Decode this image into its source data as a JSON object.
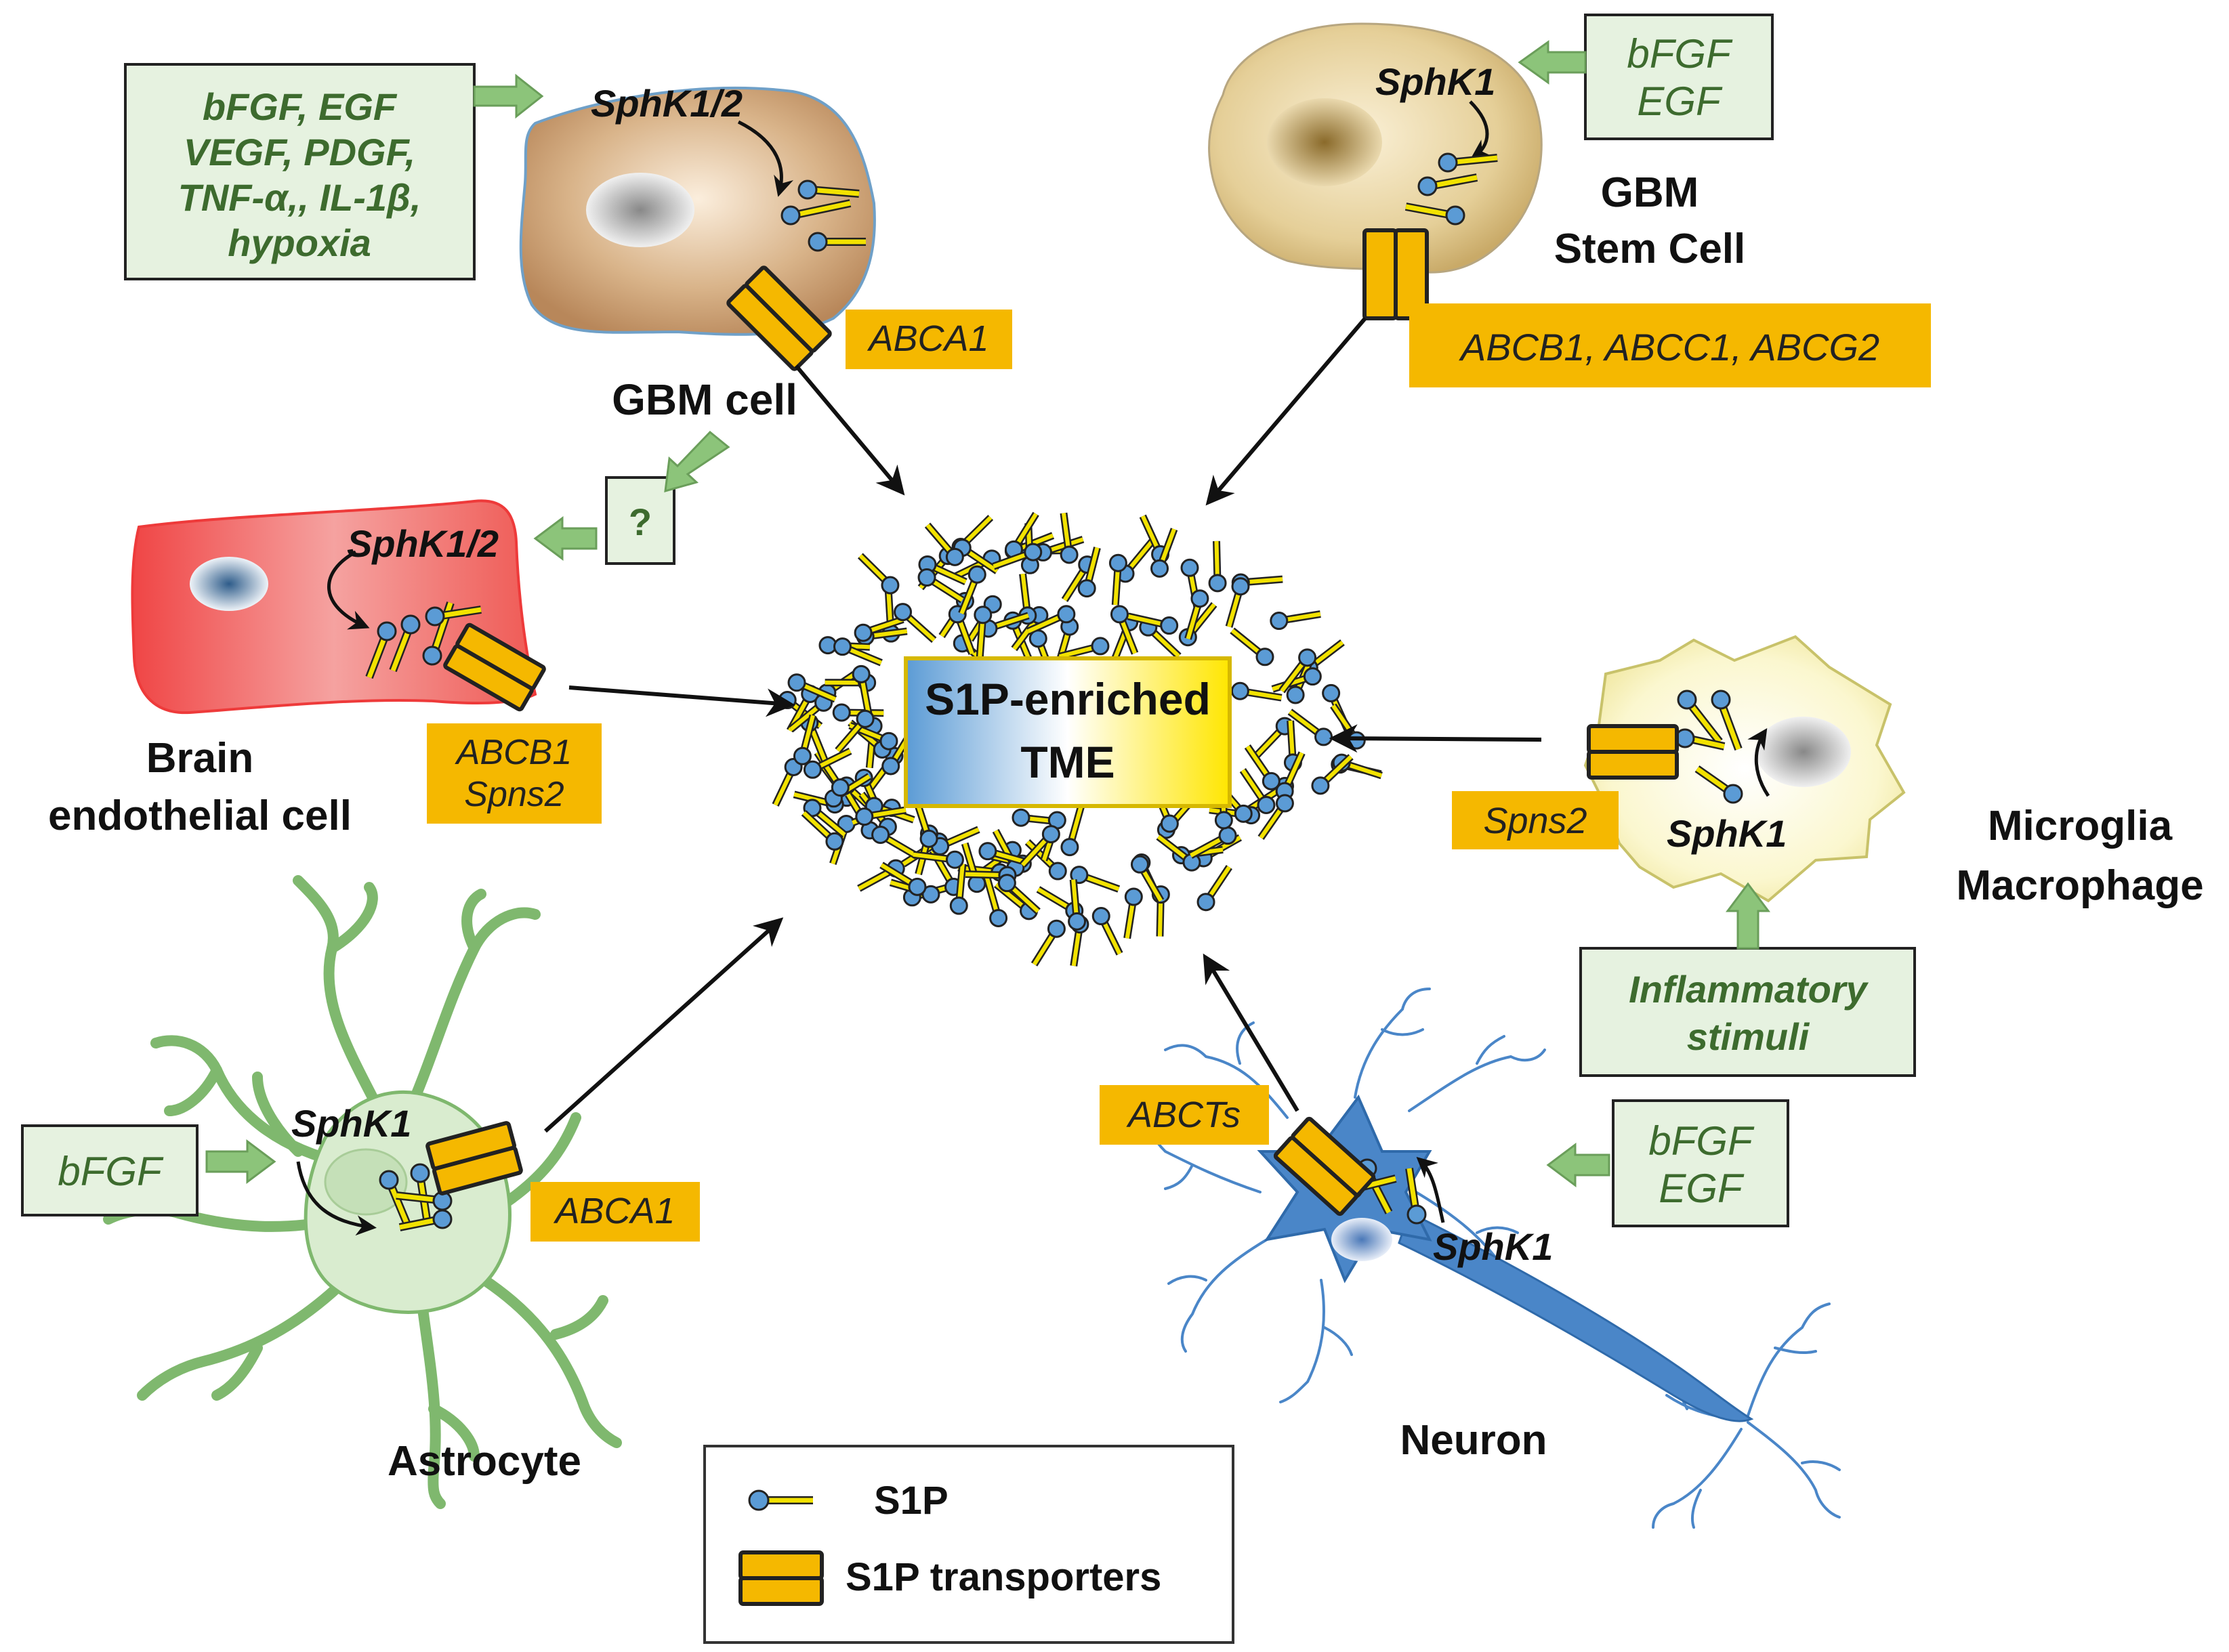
{
  "center": {
    "line1": "S1P-enriched",
    "line2": "TME"
  },
  "gbm_cell": {
    "name": "GBM cell",
    "kinase": "SphK1/2",
    "transporter": "ABCA1",
    "stimuli": [
      "bFGF, EGF",
      "VEGF, PDGF,",
      "TNF-α,, IL-1β,",
      "hypoxia"
    ]
  },
  "stem_cell": {
    "name_line1": "GBM",
    "name_line2": "Stem Cell",
    "kinase": "SphK1",
    "transporter": "ABCB1, ABCC1, ABCG2",
    "stimuli": [
      "bFGF",
      "EGF"
    ]
  },
  "endothelial": {
    "name_line1": "Brain",
    "name_line2": "endothelial cell",
    "kinase": "SphK1/2",
    "transporters": [
      "ABCB1",
      "Spns2"
    ],
    "unknown": "?"
  },
  "microglia": {
    "name_line1": "Microglia",
    "name_line2": "Macrophage",
    "kinase": "SphK1",
    "transporter": "Spns2",
    "stimuli": [
      "Inflammatory",
      "stimuli"
    ]
  },
  "astrocyte": {
    "name": "Astrocyte",
    "kinase": "SphK1",
    "transporter": "ABCA1",
    "stimulus": "bFGF"
  },
  "neuron": {
    "name": "Neuron",
    "kinase": "SphK1",
    "transporter": "ABCTs",
    "stimuli": [
      "bFGF",
      "EGF"
    ]
  },
  "legend": {
    "s1p": "S1P",
    "transporters": "S1P transporters"
  },
  "colors": {
    "transporter": "#f5b800",
    "s1p_head": "#5b9bd5",
    "s1p_tail": "#f2e200",
    "stimulus_box": "#e6f2e0",
    "stimulus_text": "#3d6b2e",
    "green_arrow": "#8cc47a"
  }
}
